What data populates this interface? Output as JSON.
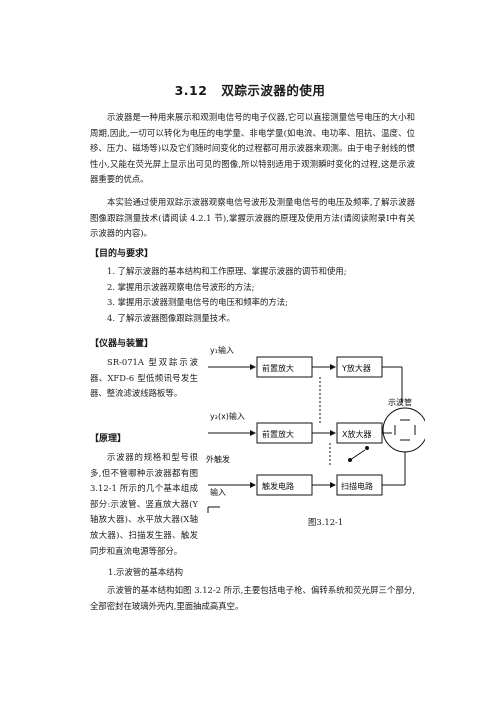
{
  "section": {
    "number": "3.12",
    "title": "双踪示波器的使用"
  },
  "intro": {
    "p1": "示波器是一种用来展示和观测电信号的电子仪器,它可以直接测量信号电压的大小和周期,因此,一切可以转化为电压的电学量、非电学量(如电流、电功率、阻抗、温度、位移、压力、磁场等)以及它们随时间变化的过程都可用示波器来观测。由于电子射线的惯性小,又能在荧光屏上显示出可见的图像,所以特别适用于观测瞬时变化的过程,这是示波器重要的优点。",
    "p2": "本实验通过使用双踪示波器观察电信号波形及测量电信号的电压及频率,了解示波器图像跟踪测量技术(请阅读 4.2.1 节),掌握示波器的原理及使用方法(请阅读附录Ⅰ中有关示波器的内容)。"
  },
  "goals": {
    "heading": "【目的与要求】",
    "items": [
      "1. 了解示波器的基本结构和工作原理、掌握示波器的调节和使用;",
      "2. 掌握用示波器观察电信号波形的方法;",
      "3. 掌握用示波器测量电信号的电压和频率的方法;",
      "4. 了解示波器图像跟踪测量技术。"
    ]
  },
  "equipment": {
    "heading": "【仪器与装置】",
    "text": "SR-071A 型双踪示波器、XFD-6 型低频讯号发生器、整流滤波线路板等。"
  },
  "principle": {
    "heading": "【原理】",
    "text": "示波器的规格和型号很多,但不管哪种示波器都有图 3.12-1 所示的几个基本组成部分:示波管、竖直放大器(Y轴放大器)、水平放大器(X轴放大器)、扫描发生器、触发同步和直流电源等部分。",
    "sub_heading": "1.示波管的基本结构",
    "p3": "示波管的基本结构如图 3.12-2 所示,主要包括电子枪、偏转系统和荧光屏三个部分,全部密封在玻璃外壳内,里面抽成高真空。"
  },
  "figure": {
    "caption": "图3.12-1",
    "labels": {
      "y1_input": "y₁输入",
      "y2_input": "y₂(x)输入",
      "preamp": "前置放大",
      "y_amp": "Y放大器",
      "x_amp": "X放大器",
      "scope_tube": "示波管",
      "ext_trigger": "外触发",
      "input": "输入",
      "trigger_circuit": "触发电路",
      "sweep_circuit": "扫描电路"
    }
  }
}
